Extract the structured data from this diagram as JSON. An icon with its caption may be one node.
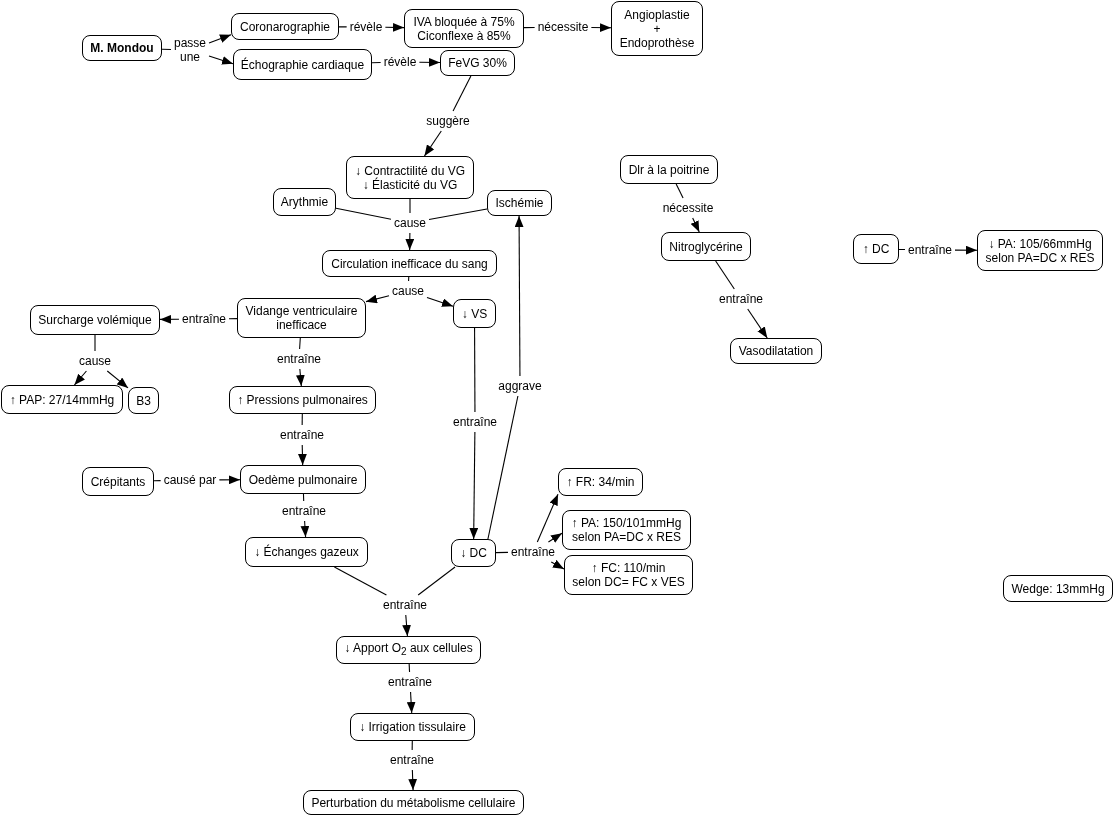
{
  "diagram": {
    "nodes": [
      {
        "text": [
          "M. Mondou"
        ]
      },
      {
        "text": [
          "passe une"
        ]
      },
      {
        "text": [
          "Coronarographie"
        ]
      },
      {
        "text": [
          "Échographie cardiaque"
        ]
      },
      {
        "text": [
          "révèle"
        ]
      },
      {
        "text": [
          "IVA bloquée à 75%",
          "Ciconflexe à 85%"
        ]
      },
      {
        "text": [
          "nécessite"
        ]
      },
      {
        "text": [
          "Angioplastie + Endoprothèse"
        ]
      },
      {
        "text": [
          "révèle"
        ]
      },
      {
        "text": [
          "FeVG 30%"
        ]
      },
      {
        "text": [
          "suggère"
        ]
      },
      {
        "text": [
          "↓ Contractilité du VG",
          "↓ Élasticité du VG"
        ]
      },
      {
        "text": [
          "Arythmie"
        ]
      },
      {
        "text": [
          "Ischémie"
        ]
      },
      {
        "text": [
          "cause"
        ]
      },
      {
        "text": [
          "Circulation inefficace du sang"
        ]
      },
      {
        "text": [
          "cause"
        ]
      },
      {
        "text": [
          "Vidange ventriculaire inefficace"
        ]
      },
      {
        "text": [
          "↓ VS"
        ]
      },
      {
        "text": [
          "entraîne"
        ]
      },
      {
        "text": [
          "Surcharge volémique"
        ]
      },
      {
        "text": [
          "cause"
        ]
      },
      {
        "text": [
          "↑ PAP: 27/14mmHg"
        ]
      },
      {
        "text": [
          "B3"
        ]
      },
      {
        "text": [
          "entraîne"
        ]
      },
      {
        "text": [
          "↑ Pressions pulmonaires"
        ]
      },
      {
        "text": [
          "entraîne"
        ]
      },
      {
        "text": [
          "Crépitants"
        ]
      },
      {
        "text": [
          "causé par"
        ]
      },
      {
        "text": [
          "Oedème pulmonaire"
        ]
      },
      {
        "text": [
          "entraîne"
        ]
      },
      {
        "text": [
          "↓ Échanges gazeux"
        ]
      },
      {
        "text": [
          "entraîne"
        ]
      },
      {
        "text": [
          "aggrave"
        ]
      },
      {
        "text": [
          "↓ DC"
        ]
      },
      {
        "text": [
          "entraîne"
        ]
      },
      {
        "text": [
          "↑ FR: 34/min"
        ]
      },
      {
        "text": [
          "↑ PA: 150/101mmHg",
          "selon PA=DC x RES"
        ]
      },
      {
        "text": [
          "↑ FC: 110/min",
          "selon DC= FC x VES"
        ]
      },
      {
        "text": [
          "entraîne"
        ]
      },
      {
        "text": [
          "↓ Apport O$_{2}$ aux cellules"
        ]
      },
      {
        "text": [
          "entraîne"
        ]
      },
      {
        "text": [
          "↓ Irrigation tissulaire"
        ]
      },
      {
        "text": [
          "entraîne"
        ]
      },
      {
        "text": [
          "Perturbation du métabolisme cellulaire"
        ]
      },
      {
        "text": [
          "Dlr à la poitrine"
        ]
      },
      {
        "text": [
          "nécessite"
        ]
      },
      {
        "text": [
          "Nitroglycérine"
        ]
      },
      {
        "text": [
          "entraîne"
        ]
      },
      {
        "text": [
          "Vasodilatation"
        ]
      },
      {
        "text": [
          "↑ DC"
        ]
      },
      {
        "text": [
          "entraîne"
        ]
      },
      {
        "text": [
          "↓ PA: 105/66mmHg",
          "selon PA=DC x RES"
        ]
      },
      {
        "text": [
          "Wedge: 13mmHg"
        ]
      }
    ],
    "edges": [
      {
        "from": 0,
        "to": 1,
        "arrow": "none"
      },
      {
        "from": 1,
        "to": 2,
        "arrow": "to"
      },
      {
        "from": 1,
        "to": 3,
        "arrow": "to"
      },
      {
        "from": 2,
        "to": 4,
        "arrow": "none"
      },
      {
        "from": 4,
        "to": 5,
        "arrow": "to"
      },
      {
        "from": 5,
        "to": 6,
        "arrow": "none"
      },
      {
        "from": 6,
        "to": 7,
        "arrow": "to"
      },
      {
        "from": 3,
        "to": 8,
        "arrow": "none"
      },
      {
        "from": 8,
        "to": 9,
        "arrow": "to"
      },
      {
        "from": 9,
        "to": 10,
        "arrow": "none"
      },
      {
        "from": 10,
        "to": 11,
        "arrow": "to"
      },
      {
        "from": 11,
        "to": 14,
        "arrow": "none"
      },
      {
        "from": 12,
        "to": 14,
        "arrow": "none"
      },
      {
        "from": 13,
        "to": 14,
        "arrow": "none"
      },
      {
        "from": 14,
        "to": 15,
        "arrow": "to"
      },
      {
        "from": 15,
        "to": 16,
        "arrow": "none"
      },
      {
        "from": 16,
        "to": 17,
        "arrow": "to"
      },
      {
        "from": 16,
        "to": 18,
        "arrow": "to"
      },
      {
        "from": 17,
        "to": 19,
        "arrow": "none"
      },
      {
        "from": 19,
        "to": 20,
        "arrow": "to"
      },
      {
        "from": 20,
        "to": 21,
        "arrow": "none"
      },
      {
        "from": 21,
        "to": 22,
        "arrow": "to"
      },
      {
        "from": 21,
        "to": 23,
        "arrow": "to"
      },
      {
        "from": 17,
        "to": 24,
        "arrow": "none"
      },
      {
        "from": 24,
        "to": 25,
        "arrow": "to"
      },
      {
        "from": 25,
        "to": 26,
        "arrow": "none"
      },
      {
        "from": 26,
        "to": 29,
        "arrow": "to"
      },
      {
        "from": 27,
        "to": 28,
        "arrow": "none"
      },
      {
        "from": 28,
        "to": 29,
        "arrow": "to"
      },
      {
        "from": 29,
        "to": 30,
        "arrow": "none"
      },
      {
        "from": 30,
        "to": 31,
        "arrow": "to"
      },
      {
        "from": 18,
        "to": 32,
        "arrow": "none"
      },
      {
        "from": 32,
        "to": 34,
        "arrow": "to"
      },
      {
        "from": 34,
        "to": 33,
        "arrow": "none"
      },
      {
        "from": 33,
        "to": 13,
        "arrow": "to"
      },
      {
        "from": 34,
        "to": 35,
        "arrow": "none"
      },
      {
        "from": 35,
        "to": 36,
        "arrow": "to"
      },
      {
        "from": 35,
        "to": 37,
        "arrow": "to"
      },
      {
        "from": 35,
        "to": 38,
        "arrow": "to"
      },
      {
        "from": 31,
        "to": 39,
        "arrow": "none"
      },
      {
        "from": 34,
        "to": 39,
        "arrow": "none"
      },
      {
        "from": 39,
        "to": 40,
        "arrow": "to"
      },
      {
        "from": 40,
        "to": 41,
        "arrow": "none"
      },
      {
        "from": 41,
        "to": 42,
        "arrow": "to"
      },
      {
        "from": 42,
        "to": 43,
        "arrow": "none"
      },
      {
        "from": 43,
        "to": 44,
        "arrow": "to"
      },
      {
        "from": 45,
        "to": 46,
        "arrow": "none"
      },
      {
        "from": 46,
        "to": 47,
        "arrow": "to"
      },
      {
        "from": 47,
        "to": 48,
        "arrow": "none"
      },
      {
        "from": 48,
        "to": 49,
        "arrow": "to"
      },
      {
        "from": 50,
        "to": 51,
        "arrow": "none"
      },
      {
        "from": 51,
        "to": 52,
        "arrow": "to"
      }
    ]
  }
}
